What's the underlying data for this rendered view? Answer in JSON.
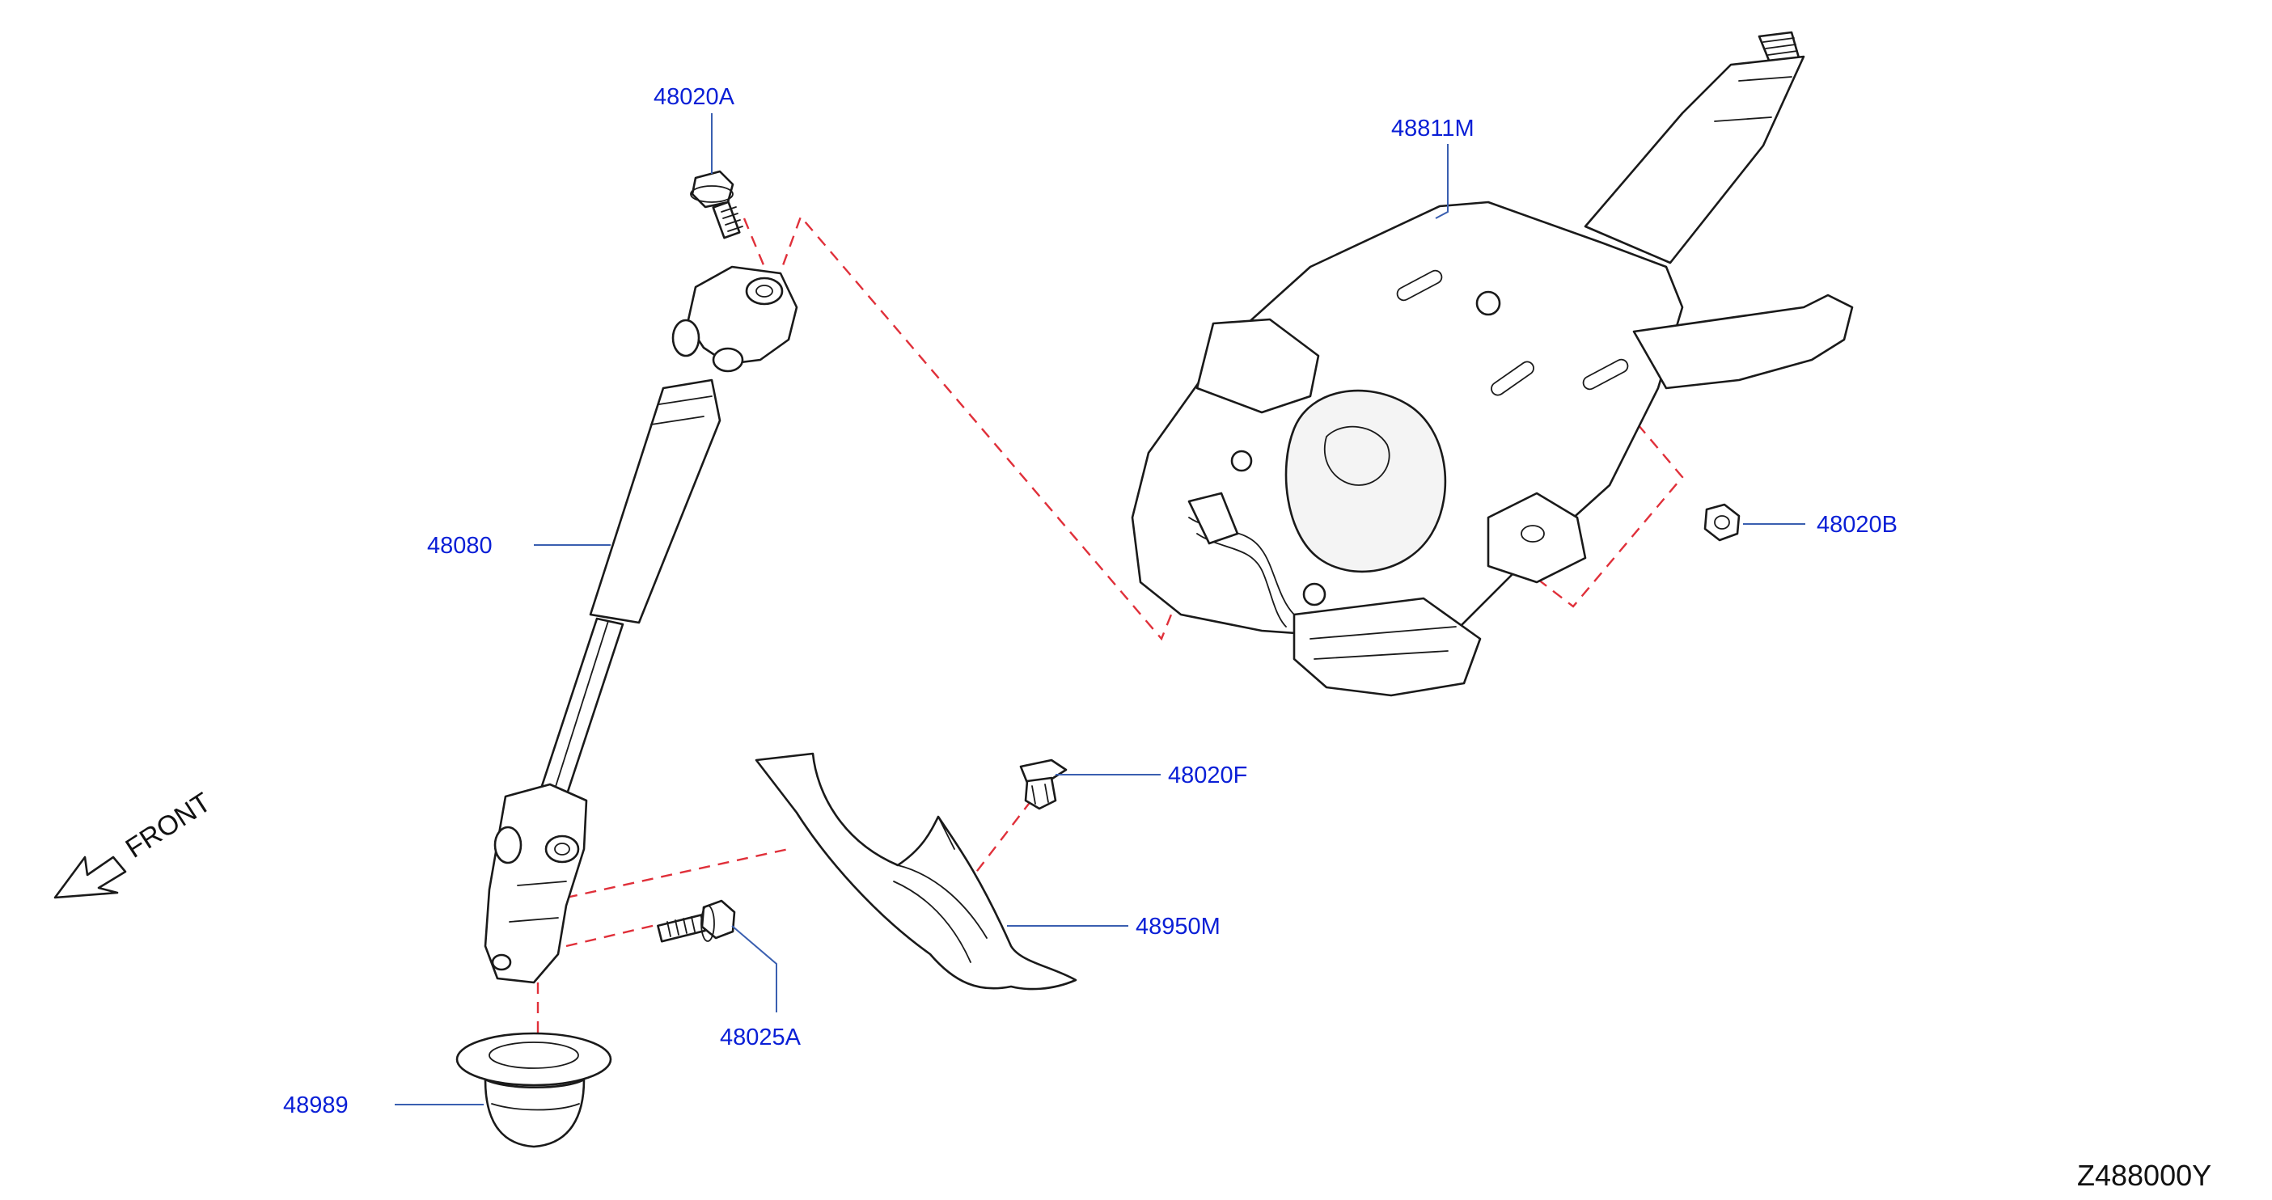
{
  "diagram": {
    "callouts": [
      {
        "id": "c1",
        "label": "48020A"
      },
      {
        "id": "c2",
        "label": "48811M"
      },
      {
        "id": "c3",
        "label": "48080"
      },
      {
        "id": "c4",
        "label": "48020B"
      },
      {
        "id": "c5",
        "label": "48020F"
      },
      {
        "id": "c6",
        "label": "48950M"
      },
      {
        "id": "c7",
        "label": "48025A"
      },
      {
        "id": "c8",
        "label": "48989"
      }
    ],
    "front_label": "FRONT",
    "diagram_code": "Z488000Y",
    "colors": {
      "callout_text": "#0a1fd6",
      "leader_line": "#3a5fb0",
      "dashed_line": "#e0303a",
      "line_art": "#1a1a1a"
    }
  }
}
